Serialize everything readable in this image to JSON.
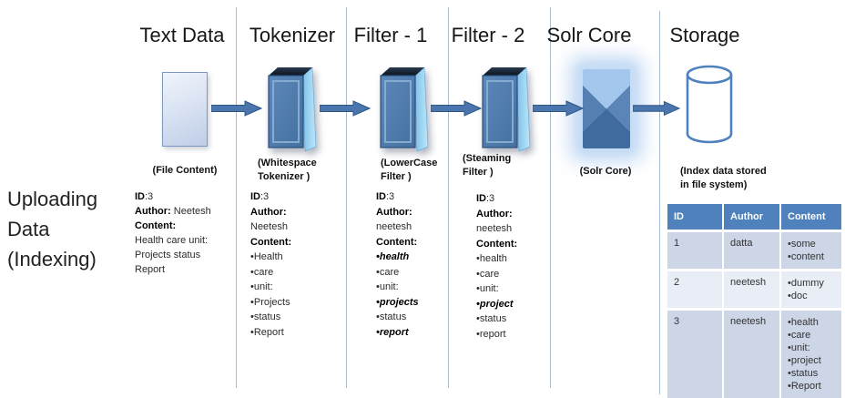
{
  "heading": {
    "text": "Uploading\nData\n(Indexing)"
  },
  "columns": [
    {
      "title": "Text Data",
      "caption": "(File Content)",
      "shape": "document-box",
      "list": [
        [
          {
            "t": "ID",
            "b": true
          },
          {
            "t": ":3"
          }
        ],
        [
          {
            "t": "Author: ",
            "b": true
          },
          {
            "t": "Neetesh"
          }
        ],
        [
          {
            "t": "Content:",
            "b": true
          }
        ],
        [
          {
            "t": "Health care unit:"
          }
        ],
        [
          {
            "t": "Projects status"
          }
        ],
        [
          {
            "t": "Report"
          }
        ]
      ]
    },
    {
      "title": "Tokenizer",
      "caption": "(Whitespace\nTokenizer )",
      "shape": "3d-panel",
      "list": [
        [
          {
            "t": "ID",
            "b": true
          },
          {
            "t": ":3"
          }
        ],
        [
          {
            "t": "Author:",
            "b": true
          }
        ],
        [
          {
            "t": "Neetesh"
          }
        ],
        [
          {
            "t": "Content:",
            "b": true
          }
        ],
        [
          {
            "t": "•Health"
          }
        ],
        [
          {
            "t": "•care"
          }
        ],
        [
          {
            "t": "•unit:"
          }
        ],
        [
          {
            "t": "•Projects"
          }
        ],
        [
          {
            "t": "•status"
          }
        ],
        [
          {
            "t": "•Report"
          }
        ]
      ]
    },
    {
      "title": "Filter - 1",
      "caption": "(LowerCase\nFilter )",
      "shape": "3d-panel",
      "list": [
        [
          {
            "t": "ID",
            "b": true
          },
          {
            "t": ":3"
          }
        ],
        [
          {
            "t": "Author:",
            "b": true
          }
        ],
        [
          {
            "t": "neetesh"
          }
        ],
        [
          {
            "t": "Content:",
            "b": true
          }
        ],
        [
          {
            "t": "•health",
            "b": true,
            "i": true
          }
        ],
        [
          {
            "t": "•care"
          }
        ],
        [
          {
            "t": "•unit:"
          }
        ],
        [
          {
            "t": "•projects",
            "b": true,
            "i": true
          }
        ],
        [
          {
            "t": "•status"
          }
        ],
        [
          {
            "t": "•report",
            "b": true,
            "i": true
          }
        ]
      ]
    },
    {
      "title": "Filter - 2",
      "caption": "(Steaming\nFilter )",
      "shape": "3d-panel",
      "list": [
        [
          {
            "t": "ID",
            "b": true
          },
          {
            "t": ":3"
          }
        ],
        [
          {
            "t": "Author:",
            "b": true
          }
        ],
        [
          {
            "t": "neetesh"
          }
        ],
        [
          {
            "t": "Content:",
            "b": true
          }
        ],
        [
          {
            "t": "•health"
          }
        ],
        [
          {
            "t": "•care"
          }
        ],
        [
          {
            "t": "•unit:"
          }
        ],
        [
          {
            "t": "•project",
            "b": true,
            "i": true
          }
        ],
        [
          {
            "t": "•status"
          }
        ],
        [
          {
            "t": "•report"
          }
        ]
      ]
    },
    {
      "title": "Solr Core",
      "caption": "(Solr Core)",
      "shape": "glowing-core-box",
      "list": []
    },
    {
      "title": "Storage",
      "caption": "(Index data stored\nin file system)",
      "shape": "database-cylinder",
      "list": []
    }
  ],
  "table": {
    "headers": [
      "ID",
      "Author",
      "Content"
    ],
    "rows": [
      {
        "id": "1",
        "author": "datta",
        "content": [
          "•some",
          "•content"
        ]
      },
      {
        "id": "2",
        "author": "neetesh",
        "content": [
          "•dummy",
          "•doc"
        ]
      },
      {
        "id": "3",
        "author": "neetesh",
        "content": [
          "•health",
          "•care",
          "•unit:",
          "•project",
          "•status",
          "•Report"
        ]
      }
    ]
  },
  "colors": {
    "accent": "#4f81bd",
    "arrow": "#4a76ad",
    "arrow_edge": "#2e5788",
    "divider": "#a7bbd0",
    "table_row_odd": "#cdd6e6",
    "table_row_even": "#e9edf5",
    "box_front": "#4e79a9",
    "box_side": "#a8d9f5",
    "core_glow": "#b9d4f0"
  }
}
